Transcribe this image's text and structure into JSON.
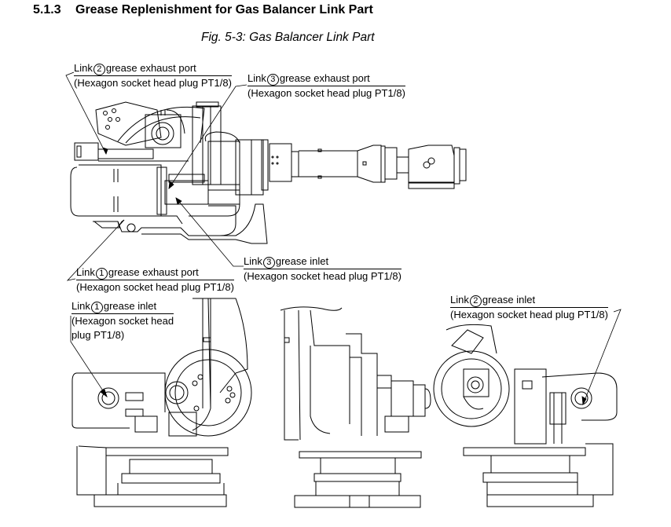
{
  "section": {
    "number": "5.1.3",
    "title": "Grease Replenishment for Gas Balancer Link Part"
  },
  "figure": {
    "caption": "Fig. 5-3: Gas Balancer Link Part"
  },
  "callouts": {
    "link2_exhaust": {
      "prefix": "Link",
      "num": "2",
      "label": "grease exhaust port",
      "detail": "(Hexagon socket head plug PT1/8)"
    },
    "link3_exhaust": {
      "prefix": "Link",
      "num": "3",
      "label": "grease exhaust port",
      "detail": "(Hexagon socket head plug PT1/8)"
    },
    "link3_inlet": {
      "prefix": "Link",
      "num": "3",
      "label": "grease inlet",
      "detail": "(Hexagon socket head plug PT1/8)"
    },
    "link1_exhaust": {
      "prefix": "Link",
      "num": "1",
      "label": "grease exhaust port",
      "detail": "(Hexagon socket head plug PT1/8)"
    },
    "link1_inlet": {
      "prefix": "Link",
      "num": "1",
      "label": "grease inlet",
      "detail1": "(Hexagon socket head",
      "detail2": "plug PT1/8)"
    },
    "link2_inlet": {
      "prefix": "Link",
      "num": "2",
      "label": "grease inlet",
      "detail": "(Hexagon socket head plug PT1/8)"
    }
  },
  "views": [
    "top-view",
    "left-side-view",
    "front-view",
    "right-side-view"
  ]
}
